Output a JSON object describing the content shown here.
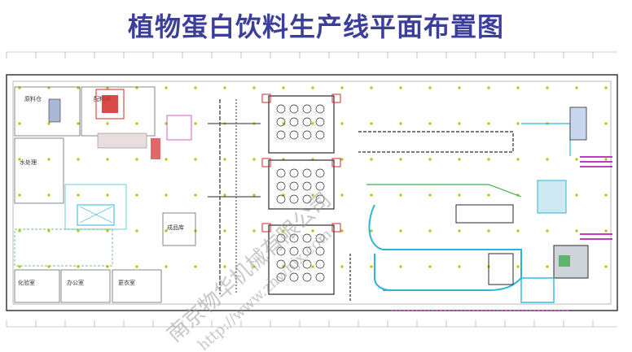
{
  "title": "植物蛋白饮料生产线平面布置图",
  "watermark": {
    "company": "南京物华机械有限公司",
    "url": "http://www.zhwhjx.com"
  },
  "room_labels": [
    "原料仓",
    "配料间",
    "水处理",
    "化验室",
    "办公室",
    "更衣室",
    "成品库"
  ],
  "colors": {
    "title": "#3c3f9a",
    "line_primary": "#2b2b2b",
    "line_secondary": "#9aa0a6",
    "accent_red": "#d22a2a",
    "accent_cyan": "#2ab7d6",
    "accent_green": "#3fae4e",
    "accent_magenta": "#c23bbf"
  }
}
